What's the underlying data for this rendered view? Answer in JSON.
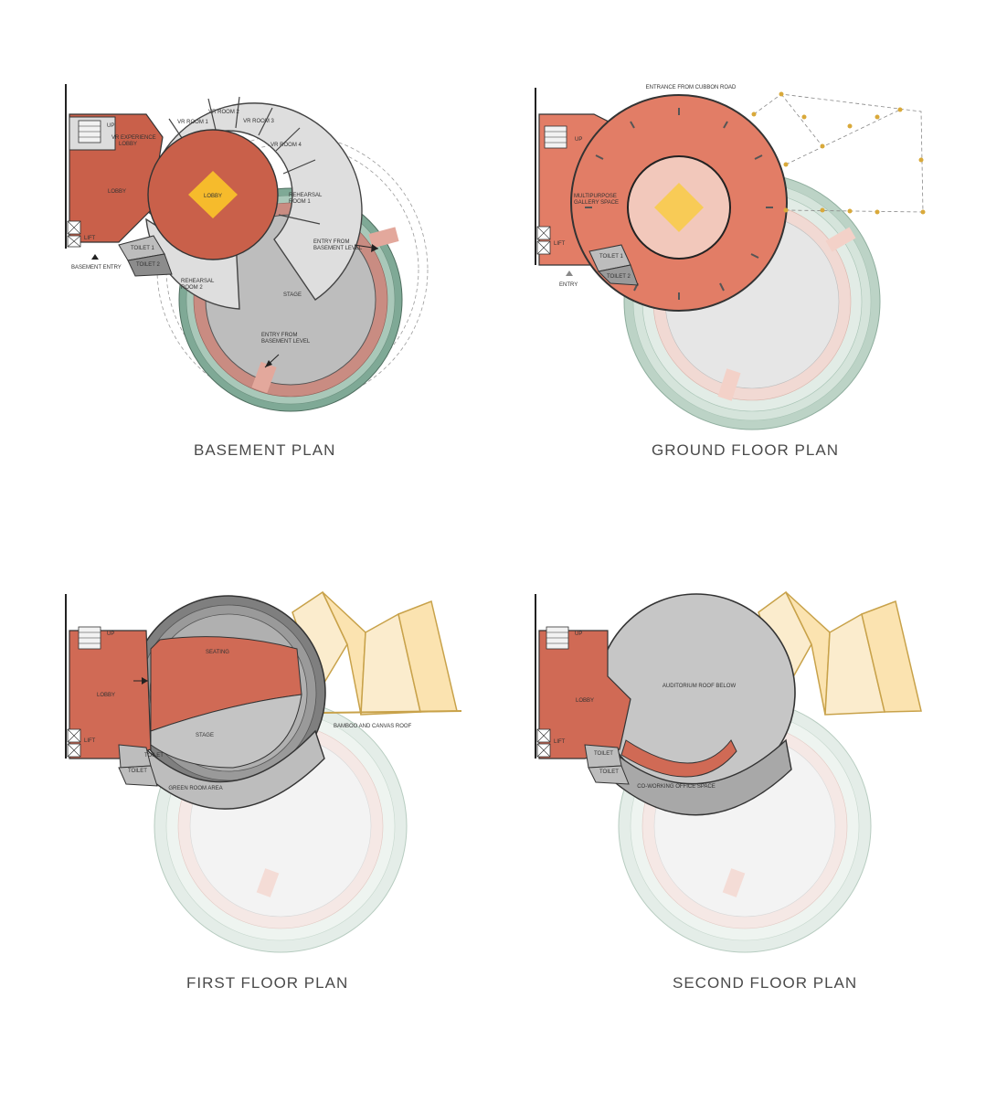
{
  "basement": {
    "title": "BASEMENT PLAN",
    "up": "UP",
    "vr_lobby_line1": "VR EXPERIENCE",
    "vr_lobby_line2": "LOBBY",
    "lobby_left": "LOBBY",
    "lobby_center": "LOBBY",
    "lift": "LIFT",
    "basement_entry": "BASEMENT ENTRY",
    "vr_room_1": "VR ROOM 1",
    "vr_room_2": "VR ROOM 2",
    "vr_room_3": "VR ROOM 3",
    "vr_room_4": "VR ROOM 4",
    "rehearsal_1_line1": "REHEARSAL",
    "rehearsal_1_line2": "ROOM 1",
    "rehearsal_2_line1": "REHEARSAL",
    "rehearsal_2_line2": "ROOM 2",
    "toilet_1": "TOILET 1",
    "toilet_2": "TOILET 2",
    "stage": "STAGE",
    "entry_a_line1": "ENTRY FROM",
    "entry_a_line2": "BASEMENT LEVEL",
    "entry_b_line1": "ENTRY FROM",
    "entry_b_line2": "BASEMENT LEVEL"
  },
  "ground": {
    "title": "GROUND FLOOR PLAN",
    "entrance": "ENTRANCE FROM CUBBON ROAD",
    "up": "UP",
    "gallery_line1": "MULTIPURPOSE",
    "gallery_line2": "GALLERY SPACE",
    "lift": "LIFT",
    "toilet_1": "TOILET 1",
    "toilet_2": "TOILET 2",
    "entry": "ENTRY"
  },
  "first": {
    "title": "FIRST FLOOR PLAN",
    "up": "UP",
    "lobby": "LOBBY",
    "lift": "LIFT",
    "seating": "SEATING",
    "stage": "STAGE",
    "toilet_a": "TOILET",
    "toilet_b": "TOILET",
    "green_room": "GREEN ROOM AREA",
    "roof": "BAMBOO AND CANVAS ROOF"
  },
  "second": {
    "title": "SECOND FLOOR PLAN",
    "up": "UP",
    "lobby": "LOBBY",
    "lift": "LIFT",
    "toilet_a": "TOILET",
    "toilet_b": "TOILET",
    "auditorium": "AUDITORIUM ROOF BELOW",
    "coworking": "CO-WORKING OFFICE SPACE"
  },
  "colors": {
    "terracotta": "#d06a55",
    "salmon": "#e27d66",
    "pale_pink": "#f2c8bb",
    "grey": "#cfcfcf",
    "light_grey": "#e2e2e2",
    "dark_grey": "#9a9a9a",
    "green": "#7fa996",
    "pale_green": "#dde9e2",
    "yellow": "#f6bb2c",
    "canvas": "#fbeccd",
    "bamboo": "#c8a24a"
  }
}
